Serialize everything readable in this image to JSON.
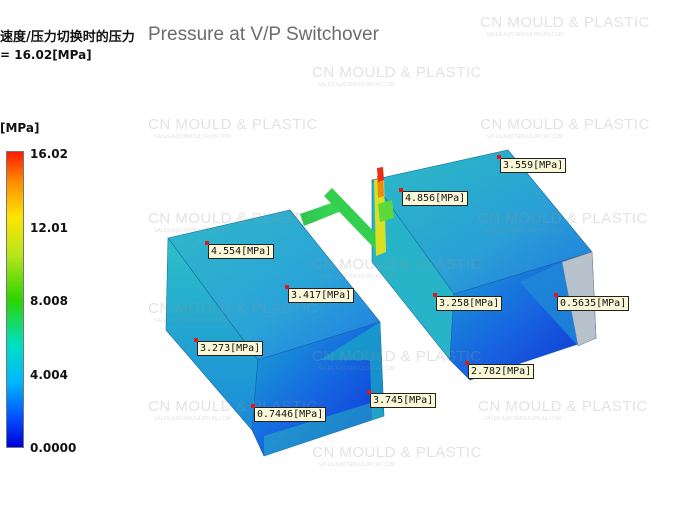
{
  "title_cn": "速度/压力切换时的压力",
  "title_en": "Pressure at V/P Switchover",
  "max_value_line": "= 16.02[MPa]",
  "unit": "[MPa]",
  "colors": {
    "max": "#ff1a00",
    "mid": "#2fd400",
    "min": "#0000d8"
  },
  "legend_ticks": [
    {
      "value": "16.02",
      "frac": 1.0
    },
    {
      "value": "12.01",
      "frac": 0.75
    },
    {
      "value": "8.008",
      "frac": 0.5
    },
    {
      "value": "4.004",
      "frac": 0.25
    },
    {
      "value": "0.0000",
      "frac": 0.0
    }
  ],
  "probes": [
    {
      "id": "probe-3559",
      "label": "3.559[MPa]"
    },
    {
      "id": "probe-4856",
      "label": "4.856[MPa]"
    },
    {
      "id": "probe-4554",
      "label": "4.554[MPa]"
    },
    {
      "id": "probe-3417",
      "label": "3.417[MPa]"
    },
    {
      "id": "probe-3258",
      "label": "3.258[MPa]"
    },
    {
      "id": "probe-05635",
      "label": "0.5635[MPa]"
    },
    {
      "id": "probe-3273",
      "label": "3.273[MPa]"
    },
    {
      "id": "probe-2782",
      "label": "2.782[MPa]"
    },
    {
      "id": "probe-3745",
      "label": "3.745[MPa]"
    },
    {
      "id": "probe-07446",
      "label": "0.7446[MPa]"
    }
  ],
  "watermark": {
    "brand": "CN MOULD & PLASTIC",
    "contact": "SALES.A@CNMOULDPLAS.COM"
  }
}
